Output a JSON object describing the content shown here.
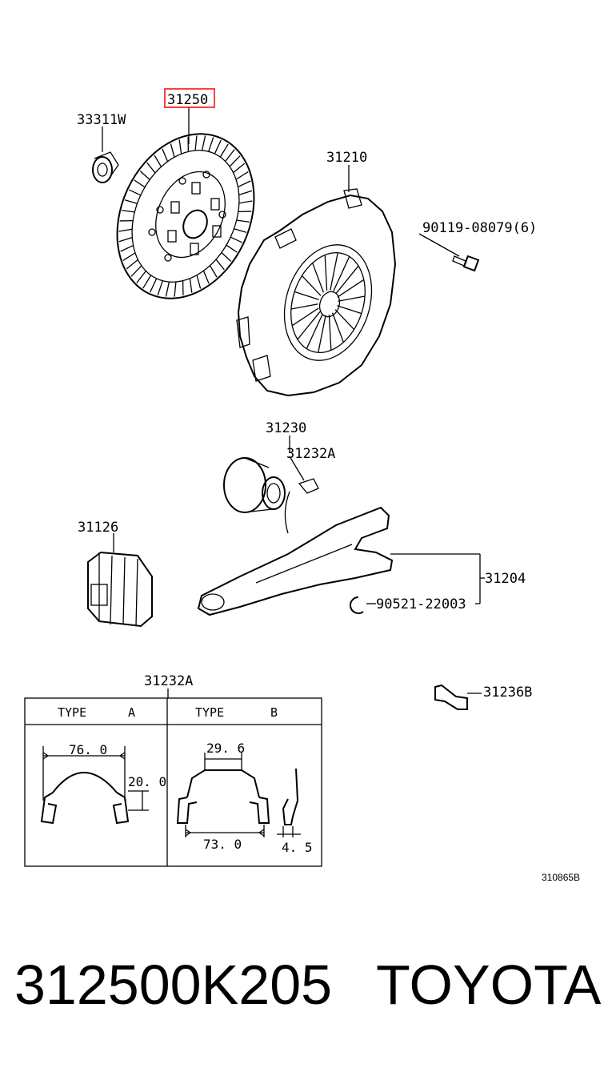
{
  "callouts": {
    "clutch_disc": "31250",
    "pilot_bearing": "33311W",
    "cover_assembly": "31210",
    "bolt": "90119-08079(6)",
    "release_bearing": "31230",
    "clip_top": "31232A",
    "boot": "31126",
    "fork": "31204",
    "snap_ring": "90521-22003",
    "clip_table": "31232A",
    "pivot": "31236B"
  },
  "clip_table": {
    "type_a": {
      "type_label": "TYPE",
      "letter": "A",
      "width": "76. 0",
      "height": "20. 0"
    },
    "type_b": {
      "type_label": "TYPE",
      "letter": "B",
      "top_width": "29. 6",
      "bottom_width": "73. 0",
      "thickness": "4. 5"
    }
  },
  "drawing_ref": "310865B",
  "part_number": "312500K205",
  "brand": "TOYOTA",
  "highlight_color": "#ff0000"
}
